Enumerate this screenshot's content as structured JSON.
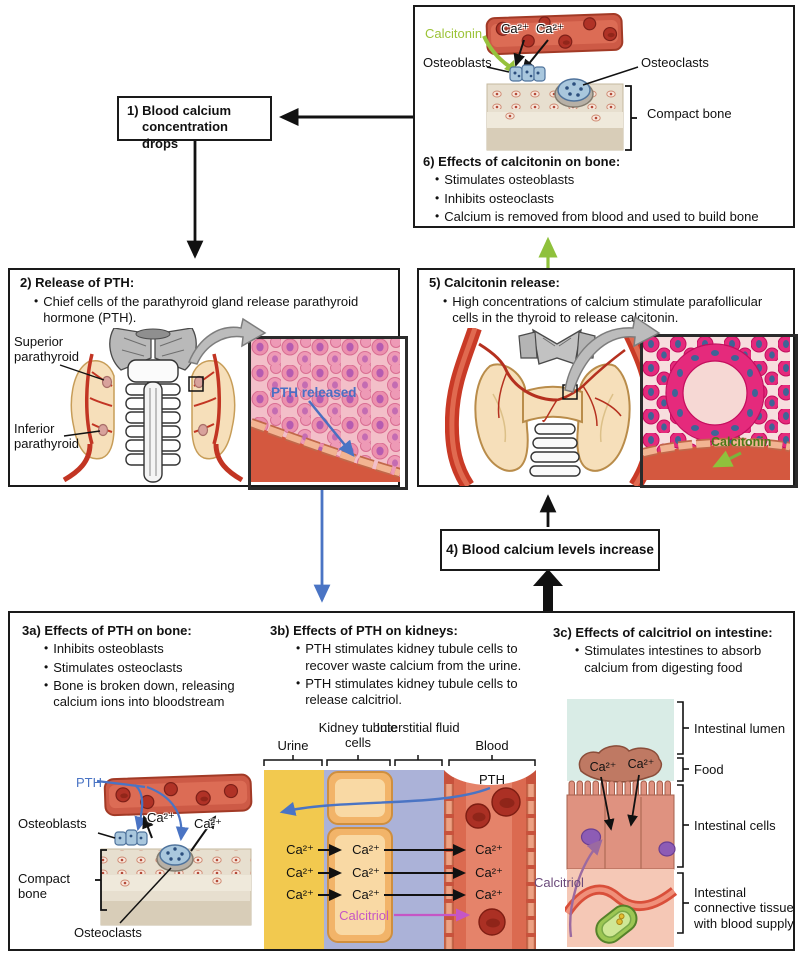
{
  "colors": {
    "pth_blue": "#4a74c4",
    "calcitonin_green": "#9cc337",
    "calcitonin_dark_green": "#4a7a18",
    "calcitriol_magenta": "#c556c5",
    "calcitriol_purple": "#6b4a7a",
    "flow_green": "#8fc13c"
  },
  "step1": {
    "label": "1) Blood calcium concentration drops"
  },
  "step2": {
    "heading": "2) Release of PTH:",
    "bullets": [
      "Chief cells of the parathyroid gland release parathyroid hormone (PTH)."
    ],
    "labels": {
      "superior_parathyroid": "Superior parathyroid",
      "inferior_parathyroid": "Inferior parathyroid",
      "pth_released": "PTH released"
    }
  },
  "step3a": {
    "heading": "3a) Effects of PTH on bone:",
    "bullets": [
      "Inhibits osteoblasts",
      "Stimulates osteoclasts",
      "Bone is broken down, releasing calcium ions into bloodstream"
    ],
    "labels": {
      "pth": "PTH",
      "ca": "Ca²⁺",
      "osteoblasts": "Osteoblasts",
      "compact_bone": "Compact bone",
      "osteoclasts": "Osteoclasts"
    }
  },
  "step3b": {
    "heading": "3b) Effects of PTH on kidneys:",
    "bullets": [
      "PTH stimulates kidney tubule cells to recover waste calcium from the urine.",
      "PTH stimulates kidney tubule cells to release calcitriol."
    ],
    "columns": [
      "Urine",
      "Kidney tubule cells",
      "Interstitial fluid",
      "Blood"
    ],
    "labels": {
      "pth": "PTH",
      "ca": "Ca²⁺",
      "calcitriol": "Calcitriol"
    }
  },
  "step3c": {
    "heading": "3c) Effects of calcitriol on intestine:",
    "bullets": [
      "Stimulates intestines to absorb calcium from digesting food"
    ],
    "labels": {
      "ca": "Ca²⁺",
      "calcitriol": "Calcitriol",
      "intestinal_lumen": "Intestinal lumen",
      "food": "Food",
      "intestinal_cells": "Intestinal cells",
      "connective": "Intestinal connective tissue with blood supply"
    }
  },
  "step4": {
    "label": "4) Blood calcium levels increase"
  },
  "step5": {
    "heading": "5) Calcitonin release:",
    "bullets": [
      "High concentrations of calcium stimulate parafollicular cells in the thyroid to release calcitonin."
    ],
    "labels": {
      "calcitonin": "Calcitonin"
    }
  },
  "step6": {
    "heading": "6) Effects of calcitonin on bone:",
    "bullets": [
      "Stimulates osteoblasts",
      "Inhibits osteoclasts",
      "Calcium is removed from blood and used to build bone"
    ],
    "labels": {
      "calcitonin": "Calcitonin",
      "ca": "Ca²⁺",
      "osteoblasts": "Osteoblasts",
      "osteoclasts": "Osteoclasts",
      "compact_bone": "Compact bone"
    }
  }
}
